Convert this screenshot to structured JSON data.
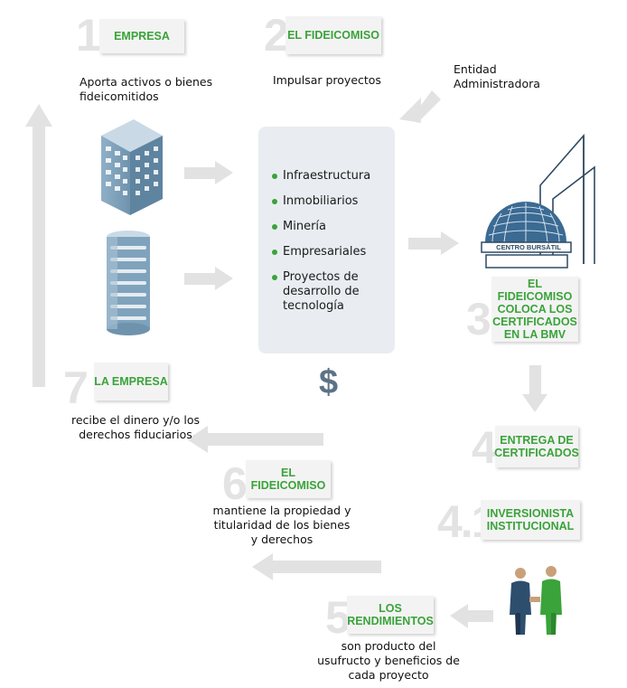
{
  "steps": {
    "s1": {
      "number": "1",
      "title": "EMPRESA",
      "desc": "Aporta activos o bienes fideicomitidos"
    },
    "s2": {
      "number": "2",
      "title": "EL FIDEICOMISO",
      "desc": "Impulsar proyectos"
    },
    "s3": {
      "number": "3",
      "title": "EL FIDEICOMISO COLOCA LOS CERTIFICADOS EN LA BMV"
    },
    "s4": {
      "number": "4",
      "title": "ENTREGA DE CERTIFICADOS"
    },
    "s41": {
      "number": "4.1",
      "title": "INVERSIONISTA INSTITUCIONAL"
    },
    "s5": {
      "number": "5",
      "title": "LOS RENDIMIENTOS",
      "desc": "son producto del usufructo y beneficios de cada proyecto"
    },
    "s6": {
      "number": "6",
      "title": "EL FIDEICOMISO",
      "desc": "mantiene la propiedad y titularidad de los bienes y derechos"
    },
    "s7": {
      "number": "7",
      "title": "LA EMPRESA",
      "desc": "recibe el dinero y/o los derechos fiduciarios"
    }
  },
  "entidad_label": "Entidad Administradora",
  "projects": [
    "Infraestructura",
    "Inmobiliarios",
    "Minería",
    "Empresariales",
    "Proyectos de desarrollo de tecnología"
  ],
  "dollar": "$",
  "bolsa_label": "CENTRO BURSÁTIL",
  "colors": {
    "accent": "#3aa33a",
    "arrow": "#e2e2e2",
    "building": "#7fa3bd",
    "panel": "#e9edf1"
  }
}
